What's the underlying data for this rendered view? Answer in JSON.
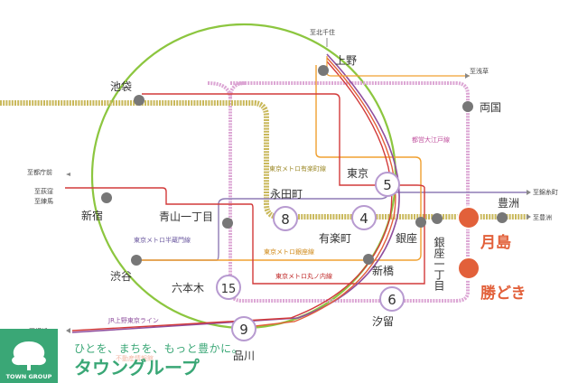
{
  "destinations": {
    "kita_senju": "至北千住",
    "asakusa": "至浅草",
    "tochomae": "至都庁前",
    "ogikubo": "至荻窪",
    "nerima": "至練馬",
    "kinshicho": "至錦糸町",
    "toyosu": "至豊洲",
    "yokohama": "至横浜"
  },
  "stations": {
    "ueno": "上野",
    "ikebukuro": "池袋",
    "ryogoku": "両国",
    "tokyo": "東京",
    "nagatacho": "永田町",
    "shinjuku": "新宿",
    "aoyama": "青山一丁目",
    "yurakucho": "有楽町",
    "ginza": "銀座",
    "ginza_itchome": "銀座一丁目",
    "toyosu": "豊洲",
    "shibuya": "渋谷",
    "shinbashi": "新橋",
    "roppongi": "六本木",
    "shiodome": "汐留",
    "shinagawa": "品川",
    "tsukishima": "月島",
    "kachidoki": "勝どき"
  },
  "lines": {
    "oedo": "都営大江戸線",
    "yurakucho": "東京メトロ有楽町線",
    "hanzomon": "東京メトロ半蔵門線",
    "ginza": "東京メトロ銀座線",
    "marunouchi": "東京メトロ丸ノ内線",
    "jr_ueno_tokyo": "JR上野東京ライン"
  },
  "minutes": {
    "tokyo": "5",
    "nagatacho": "8",
    "yurakucho": "4",
    "roppongi": "15",
    "shiodome": "6",
    "shinagawa": "9"
  },
  "brand": {
    "tagline": "ひとを、まちを、もっと豊かに。",
    "name": "タウングループ",
    "logo_text": "TOWN GROUP",
    "faint_text": "不動産情報館"
  },
  "colors": {
    "yamanote": "#8cc63f",
    "oedo": "#d98cc4",
    "yurakucho": "#c9b85a",
    "hanzomon": "#8f7bb5",
    "ginza": "#f0a030",
    "marunouchi": "#d23a3a",
    "jr_tokaido": "#e2603a",
    "highlight": "#e2603a",
    "brand_green": "#3aa776"
  }
}
